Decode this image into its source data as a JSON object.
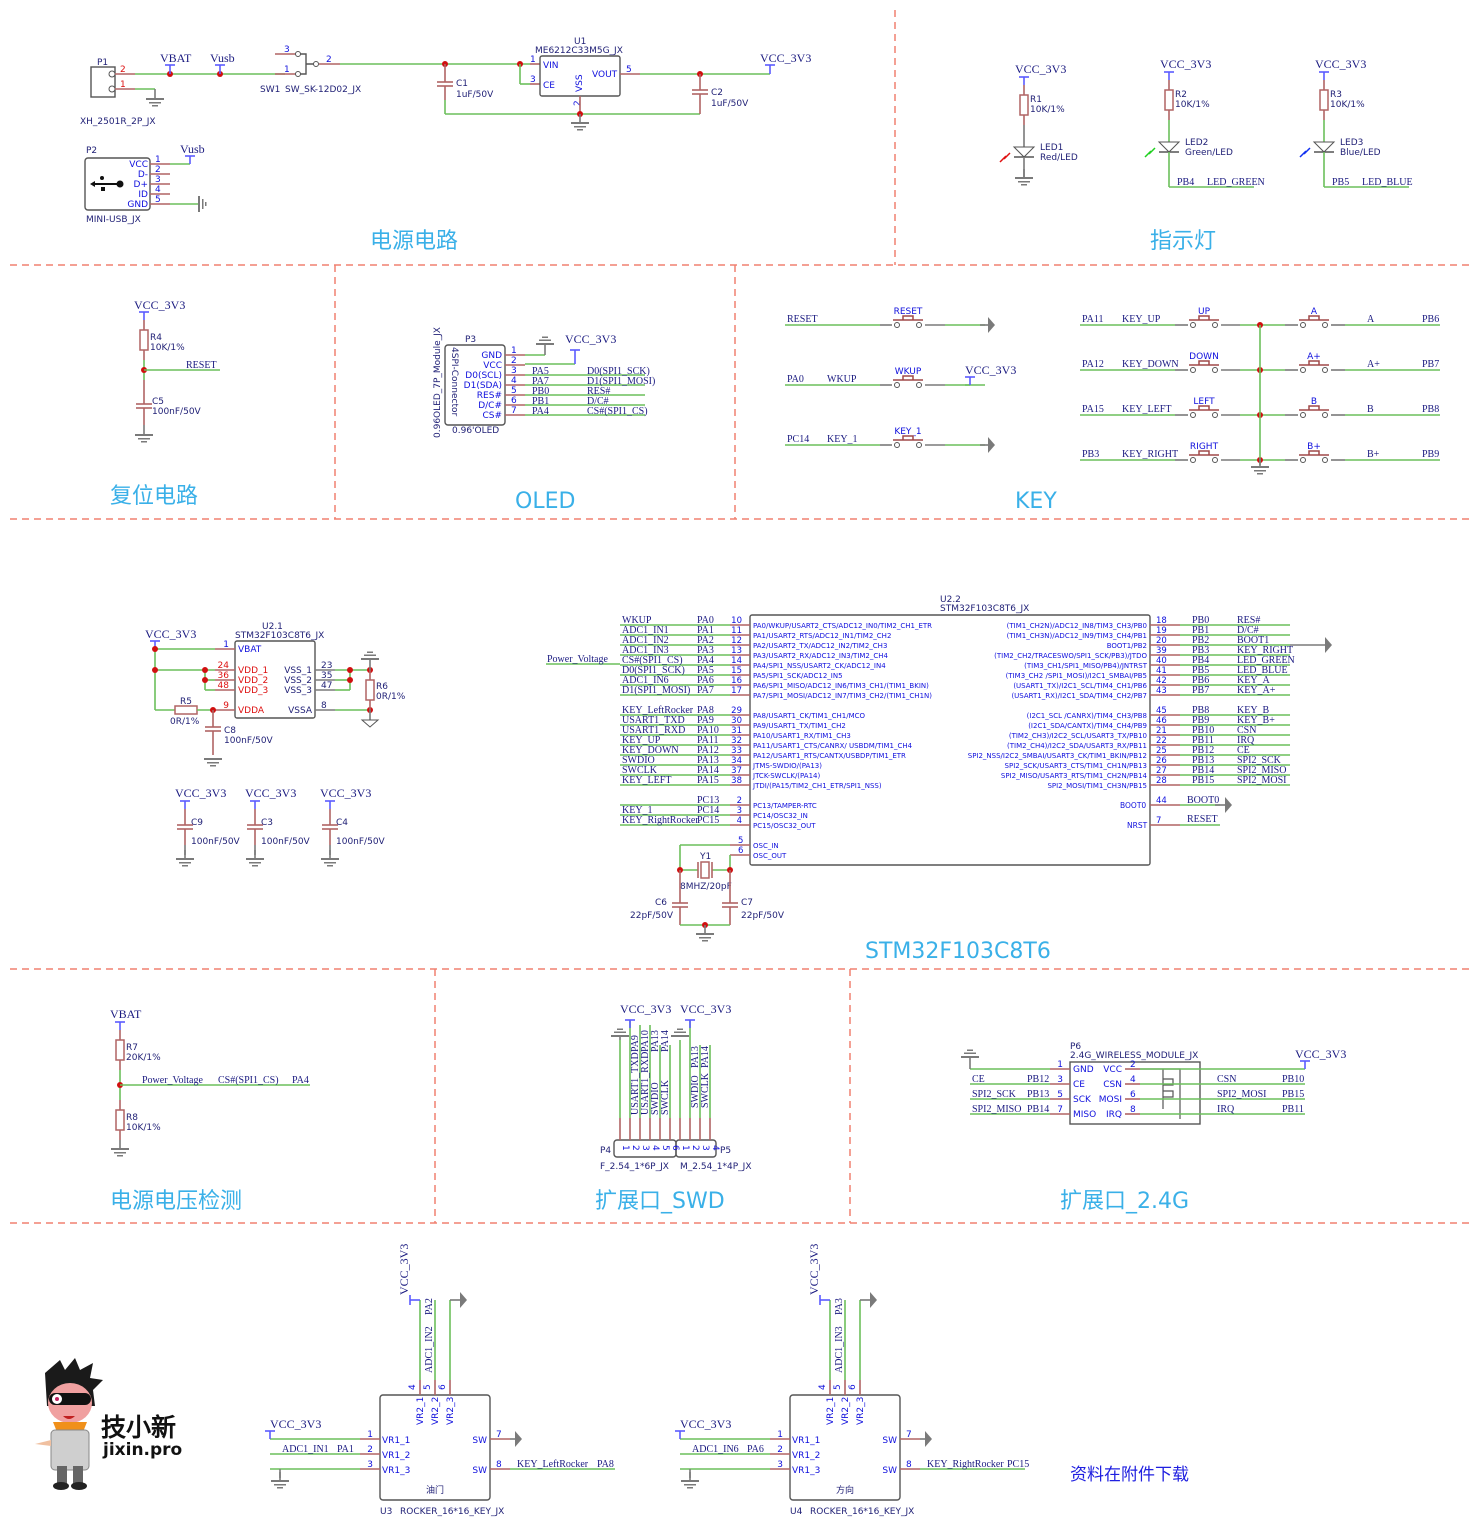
{
  "sections": {
    "power": "电源电路",
    "indicator": "指示灯",
    "reset": "复位电路",
    "oled": "OLED",
    "key": "KEY",
    "mcu": "STM32F103C8T6",
    "voltage": "电源电压检测",
    "swd": "扩展口_SWD",
    "wireless": "扩展口_2.4G"
  },
  "power": {
    "p1": {
      "ref": "P1",
      "part": "XH_2501R_2P_JX",
      "pins": [
        "2",
        "1"
      ]
    },
    "vbat": "VBAT",
    "vusb": "Vusb",
    "sw1": {
      "ref": "SW1",
      "part": "SW_SK-12D02_JX",
      "pins": [
        "3",
        "1",
        "2"
      ]
    },
    "c1": {
      "ref": "C1",
      "value": "1uF/50V"
    },
    "c2": {
      "ref": "C2",
      "value": "1uF/50V"
    },
    "u1": {
      "ref": "U1",
      "part": "ME6212C33M5G_JX",
      "pins": [
        {
          "num": "1",
          "name": "VIN"
        },
        {
          "num": "3",
          "name": "CE"
        },
        {
          "num": "5",
          "name": "VOUT"
        },
        {
          "num": "2",
          "name": "VSS"
        }
      ]
    },
    "vcc": "VCC_3V3",
    "p2": {
      "ref": "P2",
      "part": "MINI-USB_JX",
      "vusb": "Vusb",
      "pins": [
        {
          "num": "1",
          "name": "VCC"
        },
        {
          "num": "2",
          "name": "D-"
        },
        {
          "num": "3",
          "name": "D+"
        },
        {
          "num": "4",
          "name": "ID"
        },
        {
          "num": "5",
          "name": "GND"
        }
      ]
    }
  },
  "leds": [
    {
      "vcc": "VCC_3V3",
      "r": "R1",
      "rv": "10K/1%",
      "led": "LED1",
      "color": "Red/LED",
      "ray": "#e01010",
      "port": "",
      "net": ""
    },
    {
      "vcc": "VCC_3V3",
      "r": "R2",
      "rv": "10K/1%",
      "led": "LED2",
      "color": "Green/LED",
      "ray": "#20d020",
      "port": "PB4",
      "net": "LED_GREEN"
    },
    {
      "vcc": "VCC_3V3",
      "r": "R3",
      "rv": "10K/1%",
      "led": "LED3",
      "color": "Blue/LED",
      "ray": "#1030f0",
      "port": "PB5",
      "net": "LED_BLUE"
    }
  ],
  "reset": {
    "vcc": "VCC_3V3",
    "r": "R4",
    "rv": "10K/1%",
    "c": "C5",
    "cv": "100nF/50V",
    "net": "RESET"
  },
  "oled": {
    "ref": "P3",
    "part": "0.96OLED_7P_Module_JX",
    "sub": "4SPI-Connector",
    "footer": "0.96'OLED",
    "vcc": "VCC_3V3",
    "pins": [
      {
        "num": "1",
        "name": "GND",
        "port": "",
        "net": ""
      },
      {
        "num": "2",
        "name": "VCC",
        "port": "",
        "net": ""
      },
      {
        "num": "3",
        "name": "D0(SCL)",
        "port": "PA5",
        "net": "D0(SPI1_SCK)"
      },
      {
        "num": "4",
        "name": "D1(SDA)",
        "port": "PA7",
        "net": "D1(SPI1_MOSI)"
      },
      {
        "num": "5",
        "name": "RES#",
        "port": "PB0",
        "net": "RES#"
      },
      {
        "num": "6",
        "name": "D/C#",
        "port": "PB1",
        "net": "D/C#"
      },
      {
        "num": "7",
        "name": "CS#",
        "port": "PA4",
        "net": "CS#(SPI1_CS)"
      }
    ]
  },
  "keys_left": [
    {
      "port": "",
      "net": "RESET",
      "label": "RESET",
      "end": "gnd"
    },
    {
      "port": "PA0",
      "net": "WKUP",
      "label": "WKUP",
      "end": "VCC_3V3"
    },
    {
      "port": "PC14",
      "net": "KEY_1",
      "label": "KEY_1",
      "end": "gnd"
    }
  ],
  "keys_right": [
    {
      "port": "PA11",
      "net": "KEY_UP",
      "label": "UP",
      "label2": "A",
      "net2": "A",
      "port2": "PB6"
    },
    {
      "port": "PA12",
      "net": "KEY_DOWN",
      "label": "DOWN",
      "label2": "A+",
      "net2": "A+",
      "port2": "PB7"
    },
    {
      "port": "PA15",
      "net": "KEY_LEFT",
      "label": "LEFT",
      "label2": "B",
      "net2": "B",
      "port2": "PB8"
    },
    {
      "port": "PB3",
      "net": "KEY_RIGHT",
      "label": "RIGHT",
      "label2": "B+",
      "net2": "B+",
      "port2": "PB9"
    }
  ],
  "u21": {
    "ref": "U2.1",
    "part": "STM32F103C8T6_JX",
    "vcc": "VCC_3V3",
    "left": [
      {
        "num": "1",
        "name": "VBAT"
      },
      {
        "num": "24",
        "name": "VDD_1"
      },
      {
        "num": "36",
        "name": "VDD_2"
      },
      {
        "num": "48",
        "name": "VDD_3"
      },
      {
        "num": "9",
        "name": "VDDA"
      }
    ],
    "right": [
      {
        "num": "23",
        "name": "VSS_1"
      },
      {
        "num": "35",
        "name": "VSS_2"
      },
      {
        "num": "47",
        "name": "VSS_3"
      },
      {
        "num": "8",
        "name": "VSSA"
      }
    ],
    "r5": "R5",
    "r5v": "0R/1%",
    "r6": "R6",
    "r6v": "0R/1%",
    "c8": "C8",
    "c8v": "100nF/50V"
  },
  "decoupling": [
    {
      "vcc": "VCC_3V3",
      "c": "C9",
      "v": "100nF/50V"
    },
    {
      "vcc": "VCC_3V3",
      "c": "C3",
      "v": "100nF/50V"
    },
    {
      "vcc": "VCC_3V3",
      "c": "C4",
      "v": "100nF/50V"
    }
  ],
  "u22": {
    "ref": "U2.2",
    "part": "STM32F103C8T6_JX",
    "power_voltage": "Power_Voltage",
    "left": [
      {
        "net": "WKUP",
        "port": "PA0",
        "num": "10",
        "fn": "PA0/WKUP/USART2_CTS/ADC12_IN0/TIM2_CH1_ETR"
      },
      {
        "net": "ADC1_IN1",
        "port": "PA1",
        "num": "11",
        "fn": "PA1/USART2_RTS/ADC12_IN1/TIM2_CH2"
      },
      {
        "net": "ADC1_IN2",
        "port": "PA2",
        "num": "12",
        "fn": "PA2/USART2_TX/ADC12_IN2/TIM2_CH3"
      },
      {
        "net": "ADC1_IN3",
        "port": "PA3",
        "num": "13",
        "fn": "PA3/USART2_RX/ADC12_IN3/TIM2_CH4"
      },
      {
        "net": "CS#(SPI1_CS)",
        "port": "PA4",
        "num": "14",
        "fn": "PA4/SPI1_NSS/USART2_CK/ADC12_IN4"
      },
      {
        "net": "D0(SPI1_SCK)",
        "port": "PA5",
        "num": "15",
        "fn": "PA5/SPI1_SCK/ADC12_IN5"
      },
      {
        "net": "ADC1_IN6",
        "port": "PA6",
        "num": "16",
        "fn": "PA6/SPI1_MISO/ADC12_IN6/TIM3_CH1/(TIM1_BKIN)"
      },
      {
        "net": "D1(SPI1_MOSI)",
        "port": "PA7",
        "num": "17",
        "fn": "PA7/SPI1_MOSI/ADC12_IN7/TIM3_CH2/(TIM1_CH1N)"
      },
      {
        "net": "KEY_LeftRocker",
        "port": "PA8",
        "num": "29",
        "fn": "PA8/USART1_CK/TIM1_CH1/MCO"
      },
      {
        "net": "USART1_TXD",
        "port": "PA9",
        "num": "30",
        "fn": "PA9/USART1_TX/TIM1_CH2"
      },
      {
        "net": "USART1_RXD",
        "port": "PA10",
        "num": "31",
        "fn": "PA10/USART1_RX/TIM1_CH3"
      },
      {
        "net": "KEY_UP",
        "port": "PA11",
        "num": "32",
        "fn": "PA11/USART1_CTS/CANRX/ USBDM/TIM1_CH4"
      },
      {
        "net": "KEY_DOWN",
        "port": "PA12",
        "num": "33",
        "fn": "PA12/USART1_RTS/CANTX/USBDP/TIM1_ETR"
      },
      {
        "net": "SWDIO",
        "port": "PA13",
        "num": "34",
        "fn": "JTMS-SWDIO/(PA13)"
      },
      {
        "net": "SWCLK",
        "port": "PA14",
        "num": "37",
        "fn": "JTCK-SWCLK/(PA14)"
      },
      {
        "net": "KEY_LEFT",
        "port": "PA15",
        "num": "38",
        "fn": "JTDI/(PA15/TIM2_CH1_ETR/SPI1_NSS)"
      },
      {
        "net": "",
        "port": "PC13",
        "num": "2",
        "fn": "PC13/TAMPER-RTC"
      },
      {
        "net": "KEY_1",
        "port": "PC14",
        "num": "3",
        "fn": "PC14/OSC32_IN"
      },
      {
        "net": "KEY_RightRocker",
        "port": "PC15",
        "num": "4",
        "fn": "PC15/OSC32_OUT"
      }
    ],
    "osc": [
      {
        "num": "5",
        "fn": "OSC_IN"
      },
      {
        "num": "6",
        "fn": "OSC_OUT"
      }
    ],
    "right": [
      {
        "fn": "(TIM1_CH2N)/ADC12_IN8/TIM3_CH3/PB0",
        "num": "18",
        "port": "PB0",
        "net": "RES#"
      },
      {
        "fn": "(TIM1_CH3N)/ADC12_IN9/TIM3_CH4/PB1",
        "num": "19",
        "port": "PB1",
        "net": "D/C#"
      },
      {
        "fn": "BOOT1/PB2",
        "num": "20",
        "port": "PB2",
        "net": "BOOT1"
      },
      {
        "fn": "(TIM2_CH2/TRACESWO/SPI1_SCK/PB3)/JTDO",
        "num": "39",
        "port": "PB3",
        "net": "KEY_RIGHT"
      },
      {
        "fn": "(TIM3_CH1/SPI1_MISO/PB4)/JNTRST",
        "num": "40",
        "port": "PB4",
        "net": "LED_GREEN"
      },
      {
        "fn": "(TIM3_CH2 /SPI1_MOSI)/I2C1_SMBAI/PB5",
        "num": "41",
        "port": "PB5",
        "net": "LED_BLUE"
      },
      {
        "fn": "(USART1_TX)/I2C1_SCL/TIM4_CH1/PB6",
        "num": "42",
        "port": "PB6",
        "net": "KEY_A"
      },
      {
        "fn": "(USART1_RX)/I2C1_SDA/TIM4_CH2/PB7",
        "num": "43",
        "port": "PB7",
        "net": "KEY_A+"
      },
      {
        "fn": "(I2C1_SCL /CANRX)/TIM4_CH3/PB8",
        "num": "45",
        "port": "PB8",
        "net": "KEY_B"
      },
      {
        "fn": "(I2C1_SDA/CANTX)/TIM4_CH4/PB9",
        "num": "46",
        "port": "PB9",
        "net": "KEY_B+"
      },
      {
        "fn": "(TIM2_CH3)/I2C2_SCL/USART3_TX/PB10",
        "num": "21",
        "port": "PB10",
        "net": "CSN"
      },
      {
        "fn": "(TIM2_CH4)/I2C2_SDA/USART3_RX/PB11",
        "num": "22",
        "port": "PB11",
        "net": "IRQ"
      },
      {
        "fn": "SPI2_NSS/I2C2_SMBAI/USART3_CK/TIM1_BKIN/PB12",
        "num": "25",
        "port": "PB12",
        "net": "CE"
      },
      {
        "fn": "SPI2_SCK/USART3_CTS/TIM1_CH1N/PB13",
        "num": "26",
        "port": "PB13",
        "net": "SPI2_SCK"
      },
      {
        "fn": "SPI2_MISO/USART3_RTS/TIM1_CH2N/PB14",
        "num": "27",
        "port": "PB14",
        "net": "SPI2_MISO"
      },
      {
        "fn": "SPI2_MOSI/TIM1_CH3N/PB15",
        "num": "28",
        "port": "PB15",
        "net": "SPI2_MOSI"
      }
    ],
    "boot0": {
      "fn": "BOOT0",
      "num": "44",
      "net": "BOOT0"
    },
    "nrst": {
      "fn": "NRST",
      "num": "7",
      "net": "RESET"
    },
    "crystal": {
      "y1": "Y1",
      "y1v": "8MHZ/20pF",
      "c6": "C6",
      "c6v": "22pF/50V",
      "c7": "C7",
      "c7v": "22pF/50V"
    }
  },
  "voltage": {
    "vbat": "VBAT",
    "r7": "R7",
    "r7v": "20K/1%",
    "r8": "R8",
    "r8v": "10K/1%",
    "net": "Power_Voltage",
    "net2": "CS#(SPI1_CS)",
    "port": "PA4"
  },
  "swd": {
    "vcc": "VCC_3V3",
    "p4": {
      "ref": "P4",
      "part": "F_2.54_1*6P_JX",
      "pins": [
        "1",
        "2",
        "3",
        "4",
        "5",
        "6"
      ],
      "nets": [
        "USART1_TXD",
        "USART1_RXD",
        "SWDIO",
        "SWCLK"
      ],
      "ports": [
        "PA9",
        "PA10",
        "PA13",
        "PA14"
      ]
    },
    "p5": {
      "ref": "P5",
      "part": "M_2.54_1*4P_JX",
      "pins": [
        "1",
        "2",
        "3",
        "4"
      ],
      "nets": [
        "SWDIO",
        "SWCLK"
      ],
      "ports": [
        "PA13",
        "PA14"
      ]
    }
  },
  "wireless": {
    "ref": "P6",
    "part": "2.4G_WIRELESS_MODULE_JX",
    "vcc": "VCC_3V3",
    "left": [
      {
        "num": "1",
        "name": "GND",
        "net": "",
        "port": ""
      },
      {
        "num": "3",
        "name": "CE",
        "net": "CE",
        "port": "PB12"
      },
      {
        "num": "5",
        "name": "SCK",
        "net": "SPI2_SCK",
        "port": "PB13"
      },
      {
        "num": "7",
        "name": "MISO",
        "net": "SPI2_MISO",
        "port": "PB14"
      }
    ],
    "right": [
      {
        "num": "2",
        "name": "VCC",
        "net": "",
        "port": ""
      },
      {
        "num": "4",
        "name": "CSN",
        "net": "CSN",
        "port": "PB10"
      },
      {
        "num": "6",
        "name": "MOSI",
        "net": "SPI2_MOSI",
        "port": "PB15"
      },
      {
        "num": "8",
        "name": "IRQ",
        "net": "IRQ",
        "port": "PB11"
      }
    ]
  },
  "rockers": [
    {
      "ref": "U3",
      "part": "ROCKER_16*16_KEY_JX",
      "title": "油门",
      "vcc": "VCC_3V3",
      "top_vcc": "VCC_3V3",
      "top_net": "ADC1_IN2",
      "top_port": "PA2",
      "vr1_net": "ADC1_IN1",
      "vr1_port": "PA1",
      "sw_net": "KEY_LeftRocker",
      "sw_port": "PA8"
    },
    {
      "ref": "U4",
      "part": "ROCKER_16*16_KEY_JX",
      "title": "方向",
      "vcc": "VCC_3V3",
      "top_vcc": "VCC_3V3",
      "top_net": "ADC1_IN3",
      "top_port": "PA3",
      "vr1_net": "ADC1_IN6",
      "vr1_port": "PA6",
      "sw_net": "KEY_RightRocker",
      "sw_port": "PC15"
    }
  ],
  "rocker_pins": {
    "top": [
      {
        "num": "4",
        "name": "VR2_1"
      },
      {
        "num": "5",
        "name": "VR2_2"
      },
      {
        "num": "6",
        "name": "VR2_3"
      }
    ],
    "left": [
      {
        "num": "1",
        "name": "VR1_1"
      },
      {
        "num": "2",
        "name": "VR1_2"
      },
      {
        "num": "3",
        "name": "VR1_3"
      }
    ],
    "right": [
      {
        "num": "7",
        "name": "SW"
      },
      {
        "num": "8",
        "name": "SW"
      }
    ]
  },
  "logo": {
    "name": "技小新",
    "url": "jixin.pro"
  },
  "download_note": "资料在附件下载"
}
